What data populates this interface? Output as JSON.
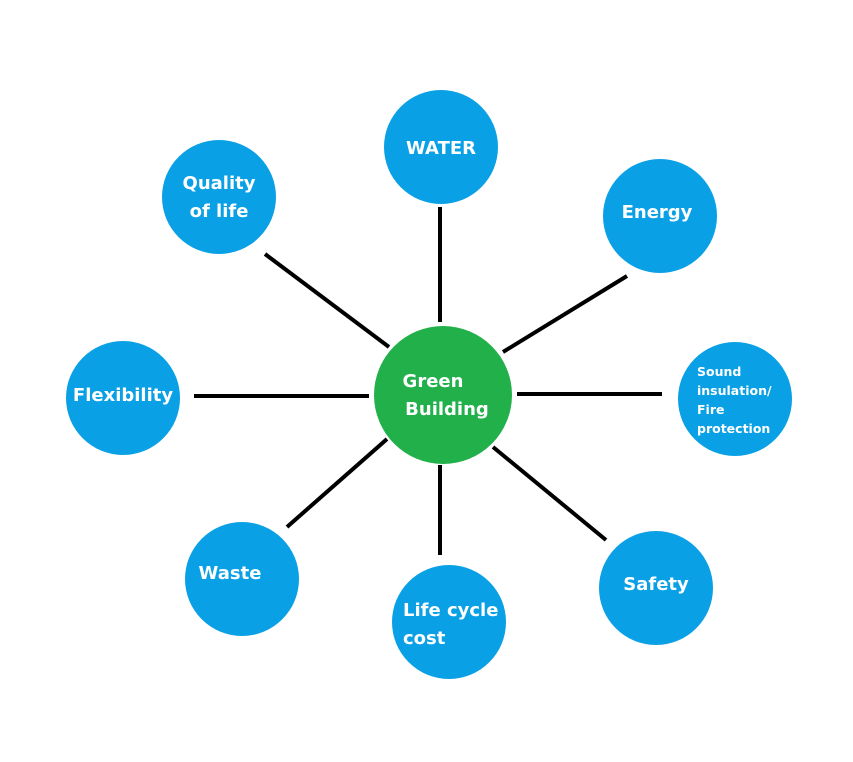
{
  "colors": {
    "center": "#22b04b",
    "node": "#0aa0e6",
    "connector": "#000000",
    "text": "#ffffff"
  },
  "center": {
    "lines": [
      "Green",
      "Building"
    ]
  },
  "nodes": [
    {
      "id": "water",
      "lines": [
        "WATER"
      ]
    },
    {
      "id": "energy",
      "lines": [
        "Energy"
      ]
    },
    {
      "id": "sound-fire",
      "lines": [
        "Sound",
        "insulation/",
        "Fire",
        "protection"
      ]
    },
    {
      "id": "safety",
      "lines": [
        "Safety"
      ]
    },
    {
      "id": "life-cycle-cost",
      "lines": [
        "Life cycle",
        "cost"
      ]
    },
    {
      "id": "waste",
      "lines": [
        "Waste"
      ]
    },
    {
      "id": "flexibility",
      "lines": [
        "Flexibility"
      ]
    },
    {
      "id": "quality-of-life",
      "lines": [
        "Quality",
        "of life"
      ]
    }
  ]
}
